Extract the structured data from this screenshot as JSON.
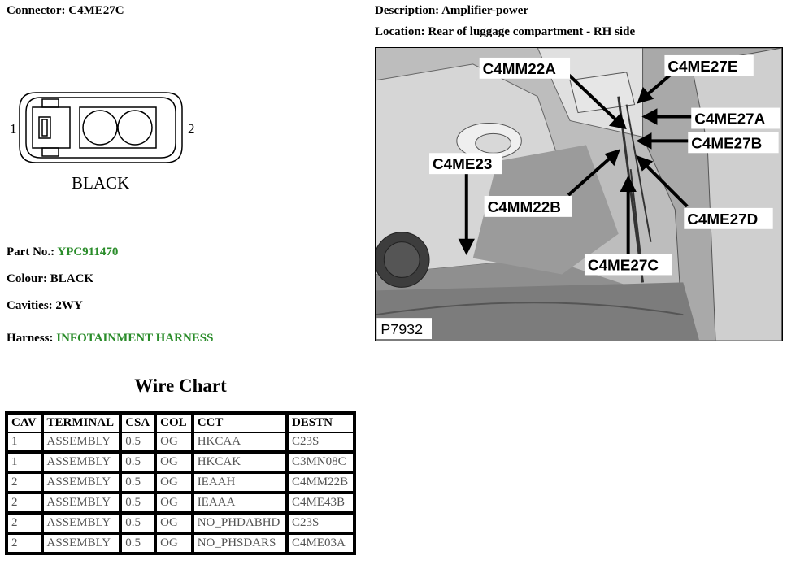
{
  "connector": {
    "label": "Connector:",
    "value": "C4ME27C"
  },
  "description": {
    "label": "Description:",
    "value": "Amplifier-power"
  },
  "location": {
    "label": "Location:",
    "value": "Rear of luggage compartment - RH side"
  },
  "diagram": {
    "pin_left": "1",
    "pin_right": "2",
    "color_label": "BLACK"
  },
  "part_no": {
    "label": "Part No.:",
    "value": "YPC911470"
  },
  "colour": {
    "label": "Colour:",
    "value": "BLACK"
  },
  "cavities": {
    "label": "Cavities:",
    "value": "2WY"
  },
  "harness": {
    "label": "Harness:",
    "value": "INFOTAINMENT HARNESS"
  },
  "photo": {
    "ref": "P7932",
    "callouts": [
      "C4MM22A",
      "C4ME27E",
      "C4ME27A",
      "C4ME27B",
      "C4ME23",
      "C4MM22B",
      "C4ME27D",
      "C4ME27C"
    ]
  },
  "wire_chart": {
    "title": "Wire Chart",
    "headers": [
      "CAV",
      "TERMINAL",
      "CSA",
      "COL",
      "CCT",
      "DESTN"
    ],
    "rows": [
      [
        "1",
        "ASSEMBLY",
        "0.5",
        "OG",
        "HKCAA",
        "C23S"
      ],
      [
        "1",
        "ASSEMBLY",
        "0.5",
        "OG",
        "HKCAK",
        "C3MN08C"
      ],
      [
        "2",
        "ASSEMBLY",
        "0.5",
        "OG",
        "IEAAH",
        "C4MM22B"
      ],
      [
        "2",
        "ASSEMBLY",
        "0.5",
        "OG",
        "IEAAA",
        "C4ME43B"
      ],
      [
        "2",
        "ASSEMBLY",
        "0.5",
        "OG",
        "NO_PHDABHD",
        "C23S"
      ],
      [
        "2",
        "ASSEMBLY",
        "0.5",
        "OG",
        "NO_PHSDARS",
        "C4ME03A"
      ]
    ]
  },
  "colors": {
    "green": "#2a8c2a",
    "cell_text": "#555555"
  }
}
